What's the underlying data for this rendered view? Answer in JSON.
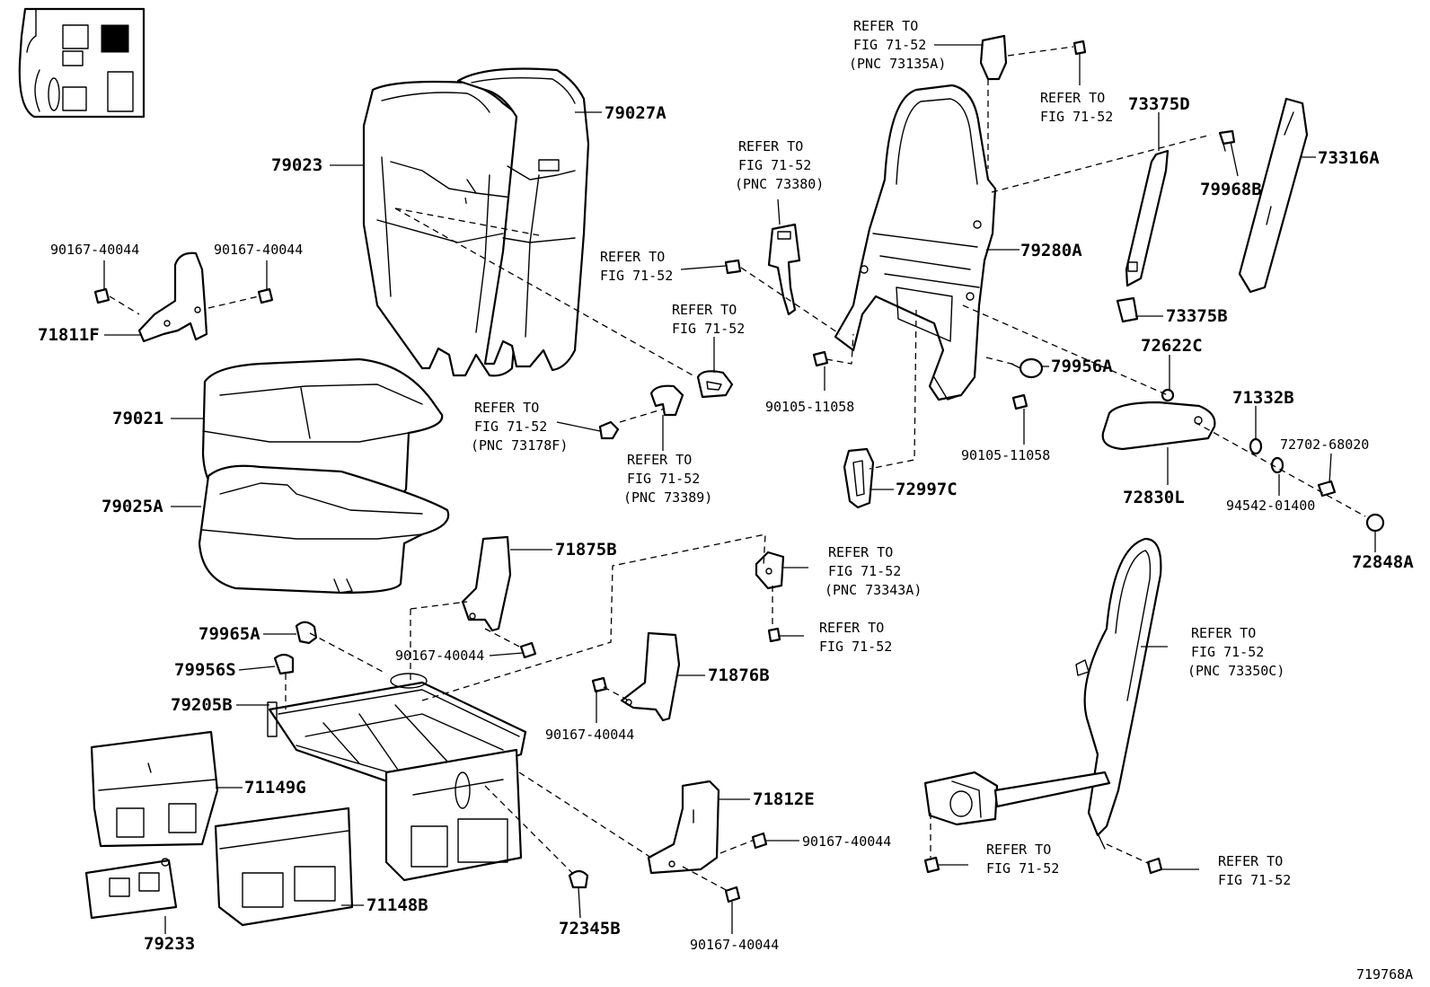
{
  "parts": {
    "p79027A": "79027A",
    "p79023": "79023",
    "p90167_40044_a": "90167-40044",
    "p90167_40044_b": "90167-40044",
    "p71811F": "71811F",
    "p79021": "79021",
    "p79025A": "79025A",
    "p79280A": "79280A",
    "p73375D": "73375D",
    "p73316A": "73316A",
    "p79968B": "79968B",
    "p73375B": "73375B",
    "p72622C": "72622C",
    "p79956A": "79956A",
    "p71332B": "71332B",
    "p90105_11058_a": "90105-11058",
    "p90105_11058_b": "90105-11058",
    "p72702_68020": "72702-68020",
    "p72830L": "72830L",
    "p94542_01400": "94542-01400",
    "p72997C": "72997C",
    "p72848A": "72848A",
    "p71875B": "71875B",
    "p79965A": "79965A",
    "p90167_40044_c": "90167-40044",
    "p79956S": "79956S",
    "p71876B": "71876B",
    "p79205B": "79205B",
    "p90167_40044_d": "90167-40044",
    "p71149G": "71149G",
    "p71812E": "71812E",
    "p90167_40044_e": "90167-40044",
    "p71148B": "71148B",
    "p79233": "79233",
    "p72345B": "72345B",
    "p90167_40044_f": "90167-40044"
  },
  "refs": {
    "refer_to": "REFER TO",
    "fig": "FIG 71-52",
    "pnc_73135A": "(PNC 73135A)",
    "pnc_73380": "(PNC 73380)",
    "pnc_73178F": "(PNC 73178F)",
    "pnc_73389": "(PNC 73389)",
    "pnc_73343A": "(PNC 73343A)",
    "pnc_73350C": "(PNC 73350C)"
  },
  "footer": {
    "illustration_id": "719768A"
  }
}
